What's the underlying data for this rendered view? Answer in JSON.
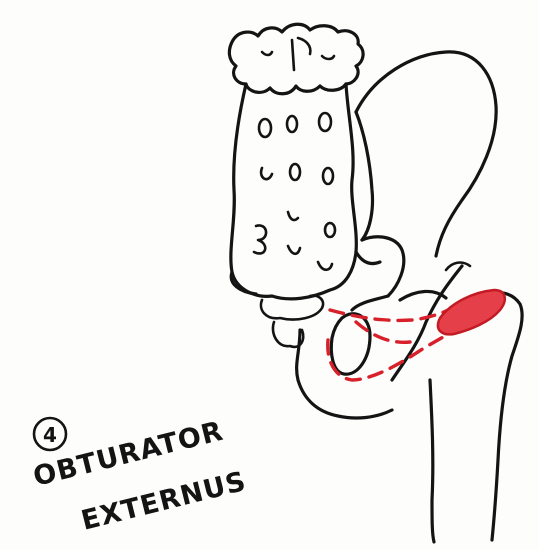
{
  "label": {
    "number": "4",
    "line1": "OBTURATOR",
    "line2": "EXTERNUS"
  },
  "colors": {
    "ink": "#141414",
    "muscle": "#d8202a",
    "muscle_fill": "#e5404a",
    "paper": "#fdfdfc"
  },
  "icons": {
    "sacrum": "sacrum-sketch",
    "hip_bone": "hip-bone-sketch",
    "femur": "femur-sketch"
  }
}
